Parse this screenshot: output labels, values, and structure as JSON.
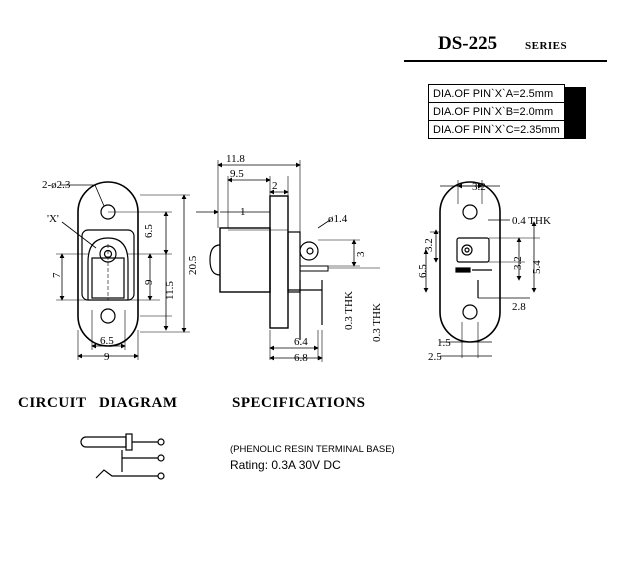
{
  "header": {
    "part_number": "DS-225",
    "series_label": "SERIES"
  },
  "pin_table": {
    "rows": [
      "DIA.OF PIN`X`A=2.5mm",
      "DIA.OF PIN`X`B=2.0mm",
      "DIA.OF PIN`X`C=2.35mm"
    ]
  },
  "front_view": {
    "hole_callout": "2-ø2.3",
    "pin_callout": "'X'",
    "dim_6_5_top": "6.5",
    "dim_20_5": "20.5",
    "dim_7": "7",
    "dim_9_vert": "9",
    "dim_11_5": "11.5",
    "dim_6_5_bottom": "6.5",
    "dim_9_bottom": "9"
  },
  "side_view": {
    "dim_11_8": "11.8",
    "dim_9_5": "9.5",
    "dim_2": "2",
    "dim_1": "1",
    "pin_dia": "ø1.4",
    "dim_3": "3",
    "dim_6_4": "6.4",
    "dim_6_8": "6.8",
    "thk_a": "0.3 THK",
    "thk_b": "0.3 THK"
  },
  "rear_view": {
    "dim_3_2_top": "3.2",
    "thk_label": "0.4 THK",
    "dim_3_2_left": "3.2",
    "dim_6_5": "6.5",
    "dim_3_2_right": "3.2",
    "dim_5_4": "5.4",
    "dim_2_8": "2.8",
    "dim_1_5": "1.5",
    "dim_2_5": "2.5"
  },
  "sections": {
    "circuit_heading": "CIRCUIT   DIAGRAM",
    "spec_heading": "SPECIFICATIONS",
    "spec_base": "(PHENOLIC RESIN TERMINAL BASE)",
    "spec_rating": "Rating: 0.3A 30V DC"
  }
}
